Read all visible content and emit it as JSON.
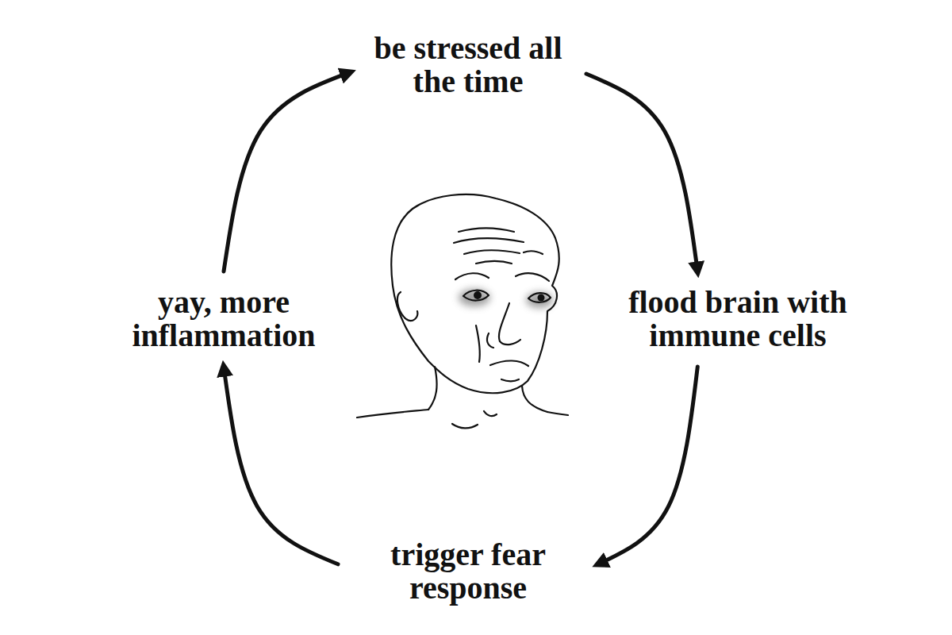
{
  "diagram": {
    "nodes": [
      {
        "text": [
          "be stressed all the time"
        ]
      },
      {
        "text": [
          "flood brain with immune cells"
        ]
      },
      {
        "text": [
          "trigger fear response"
        ]
      },
      {
        "text": [
          "yay, more inflammation"
        ]
      }
    ],
    "edges": [
      {
        "from": 0,
        "to": 1,
        "arrow": "to"
      },
      {
        "from": 1,
        "to": 2,
        "arrow": "to"
      },
      {
        "from": 2,
        "to": 3,
        "arrow": "to"
      },
      {
        "from": 3,
        "to": 0,
        "arrow": "to"
      }
    ]
  }
}
